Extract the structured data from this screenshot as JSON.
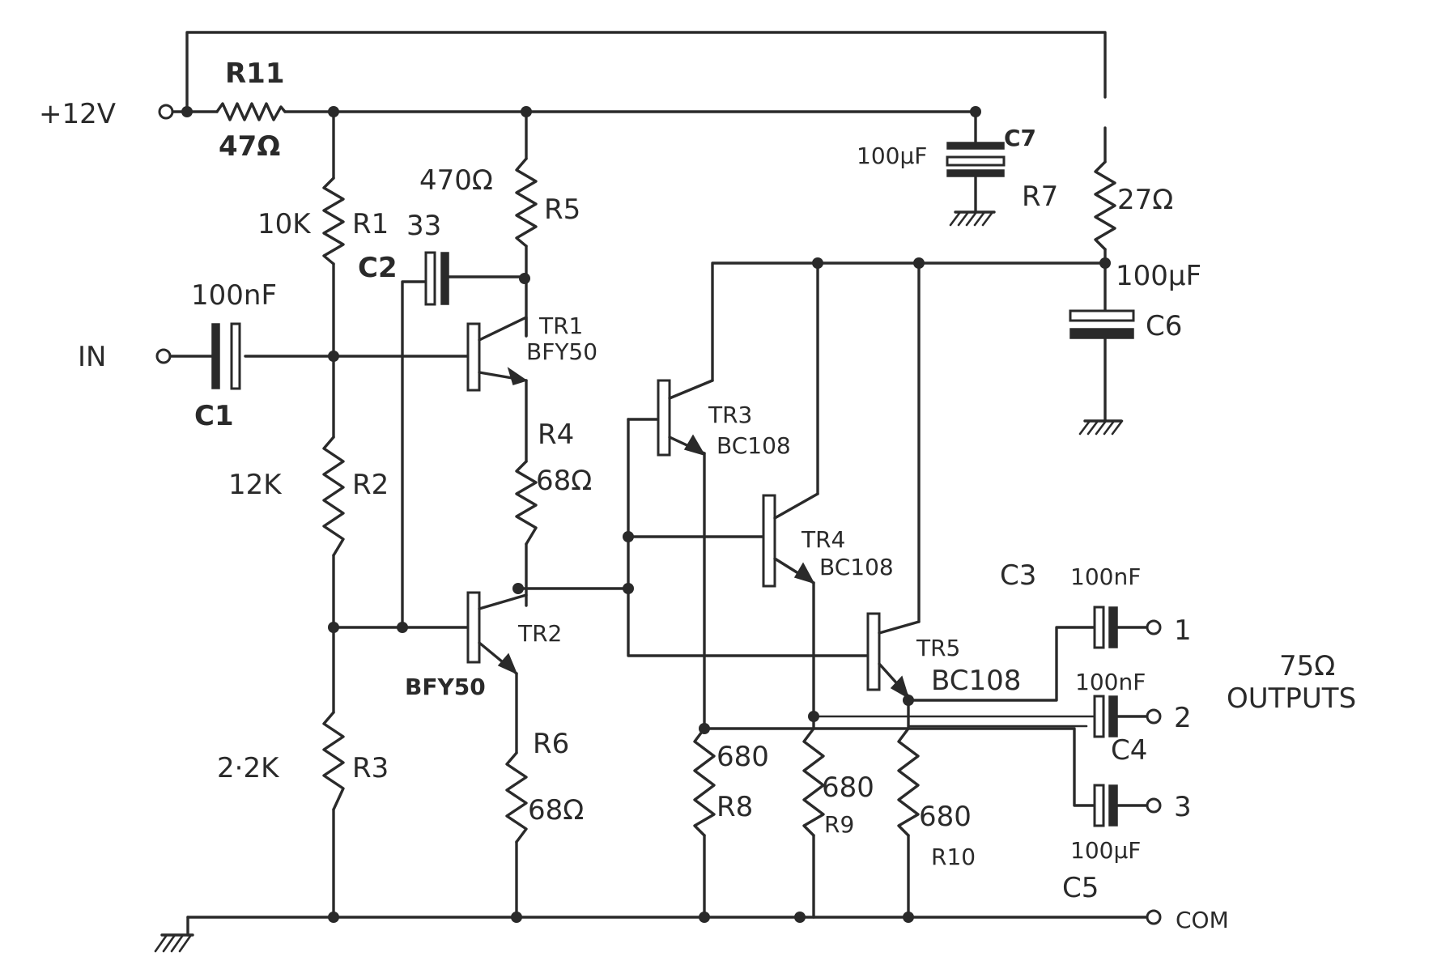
{
  "labels": {
    "supply": "+12V",
    "input": "IN",
    "outputs_a": "75Ω",
    "outputs_b": "OUTPUTS",
    "out1": "1",
    "out2": "2",
    "out3": "3",
    "com": "COM"
  },
  "components": {
    "R11": {
      "ref": "R11",
      "value": "47Ω"
    },
    "R1": {
      "ref": "R1",
      "value": "10K"
    },
    "R2": {
      "ref": "R2",
      "value": "12K"
    },
    "R3": {
      "ref": "R3",
      "value": "2·2K"
    },
    "R4": {
      "ref": "R4",
      "value": "68Ω"
    },
    "R5": {
      "ref": "R5",
      "value": "470Ω"
    },
    "R6": {
      "ref": "R6",
      "value": "68Ω"
    },
    "R7": {
      "ref": "R7",
      "value": "27Ω"
    },
    "R8": {
      "ref": "R8",
      "value": "680"
    },
    "R9": {
      "ref": "R9",
      "value": "680"
    },
    "R10": {
      "ref": "R10",
      "value": "680"
    },
    "C1": {
      "ref": "C1",
      "value": "100nF"
    },
    "C2": {
      "ref": "C2",
      "value": "33"
    },
    "C3": {
      "ref": "C3",
      "value": "100nF"
    },
    "C4": {
      "ref": "C4",
      "value": "100nF"
    },
    "C5": {
      "ref": "C5",
      "value": "100µF"
    },
    "C6": {
      "ref": "C6",
      "value": "100µF"
    },
    "C7": {
      "ref": "C7",
      "value": "100µF"
    },
    "TR1": {
      "ref": "TR1",
      "type": "BFY50"
    },
    "TR2": {
      "ref": "TR2",
      "type": "BFY50"
    },
    "TR3": {
      "ref": "TR3",
      "type": "BC108"
    },
    "TR4": {
      "ref": "TR4",
      "type": "BC108"
    },
    "TR5": {
      "ref": "TR5",
      "type": "BC108"
    }
  },
  "colors": {
    "ink": "#2a2a2a",
    "paper": "#ffffff"
  }
}
